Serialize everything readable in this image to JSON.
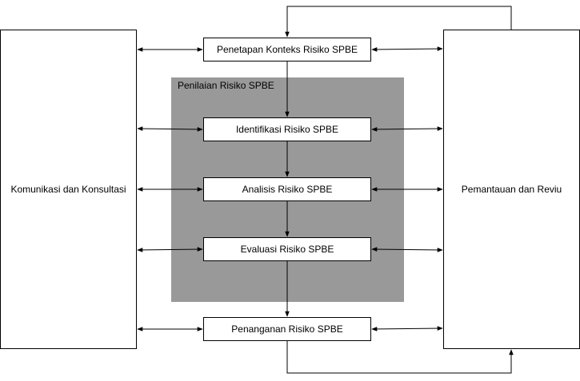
{
  "left_box": {
    "label": "Komunikasi dan Konsultasi"
  },
  "right_box": {
    "label": "Pemantauan dan Reviu"
  },
  "group": {
    "label": "Penilaian Risiko SPBE"
  },
  "steps": [
    {
      "label": "Penetapan Konteks Risiko SPBE"
    },
    {
      "label": "Identifikasi Risiko SPBE"
    },
    {
      "label": "Analisis Risiko SPBE"
    },
    {
      "label": "Evaluasi Risiko SPBE"
    },
    {
      "label": "Penanganan Risiko SPBE"
    }
  ],
  "colors": {
    "group_fill": "#999999",
    "stroke": "#000000",
    "box_fill": "#ffffff"
  }
}
